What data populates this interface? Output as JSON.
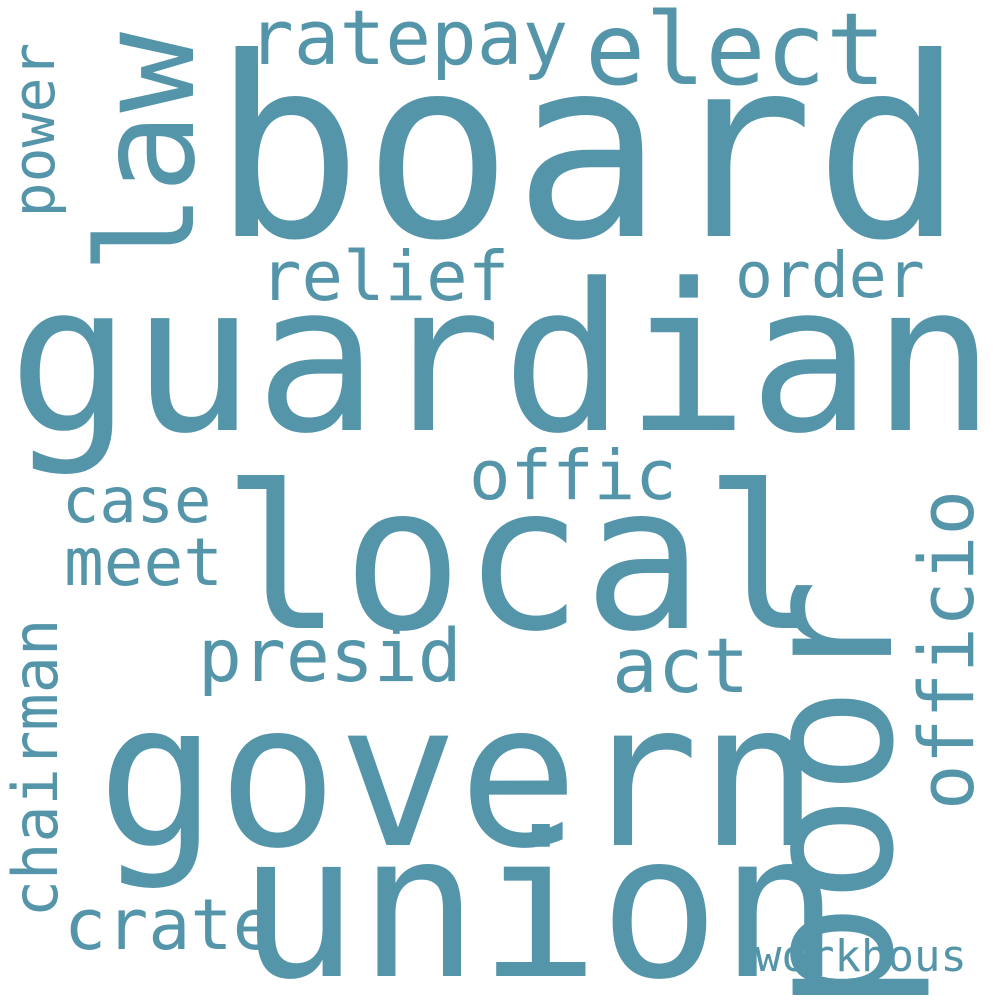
{
  "word_color": "#5595aa",
  "background_color": "#ffffff",
  "words": {
    "board": "board",
    "guardian": "guardian",
    "local": "local",
    "govern": "govern",
    "union": "union",
    "poor": "poor",
    "law": "law",
    "officio": "officio",
    "elect": "elect",
    "ratepay": "ratepay",
    "relief": "relief",
    "order": "order",
    "offic": "offic",
    "case": "case",
    "meet": "meet",
    "presid": "presid",
    "act": "act",
    "power": "power",
    "chairman": "chairman",
    "crate": "crate",
    "workhous": "workhous"
  }
}
